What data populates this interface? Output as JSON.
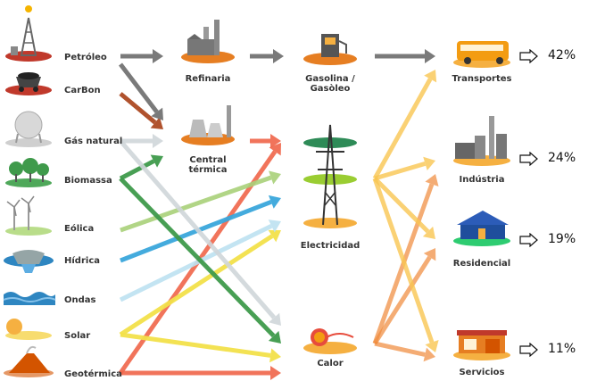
{
  "sources": [
    {
      "label": "Petróleo"
    },
    {
      "label": "CarBon"
    },
    {
      "label": "Gás natural"
    },
    {
      "label": "Biomassa"
    },
    {
      "label": "Eólica"
    },
    {
      "label": "Hídrica"
    },
    {
      "label": "Ondas"
    },
    {
      "label": "Solar"
    },
    {
      "label": "Geotérmica"
    }
  ],
  "converters": [
    {
      "label": "Refinaria"
    },
    {
      "label": "Central\ntérmica"
    }
  ],
  "carriers": [
    {
      "label": "Gasolina /\nGasòleo"
    },
    {
      "label": "Electricidad"
    },
    {
      "label": "Calor"
    }
  ],
  "sectors": [
    {
      "label": "Transportes",
      "share": "42%"
    },
    {
      "label": "Indústria",
      "share": "24%"
    },
    {
      "label": "Residencial",
      "share": "19%"
    },
    {
      "label": "Servicios",
      "share": "11%"
    }
  ],
  "colors": {
    "petroleo": "#7a7a7a",
    "carbon": "#b0522d",
    "gas": "#d0d6da",
    "biomassa": "#3f9a4b",
    "eolica": "#a9d17a",
    "hidrica": "#3aa7dc",
    "ondas": "#bde2f1",
    "solar": "#f3e14a",
    "geotermica": "#f0664a",
    "output": "#f9c652",
    "output_dark": "#f08a3a"
  },
  "icons": [
    "oil-derrick-icon",
    "coal-cart-icon",
    "gas-tank-icon",
    "tree-icon",
    "wind-turbine-icon",
    "dam-icon",
    "wave-icon",
    "sun-icon",
    "volcano-icon",
    "refinery-icon",
    "power-plant-icon",
    "fuel-pump-icon",
    "pylon-icon",
    "flame-icon",
    "bus-icon",
    "factory-icon",
    "house-icon",
    "shop-icon"
  ]
}
